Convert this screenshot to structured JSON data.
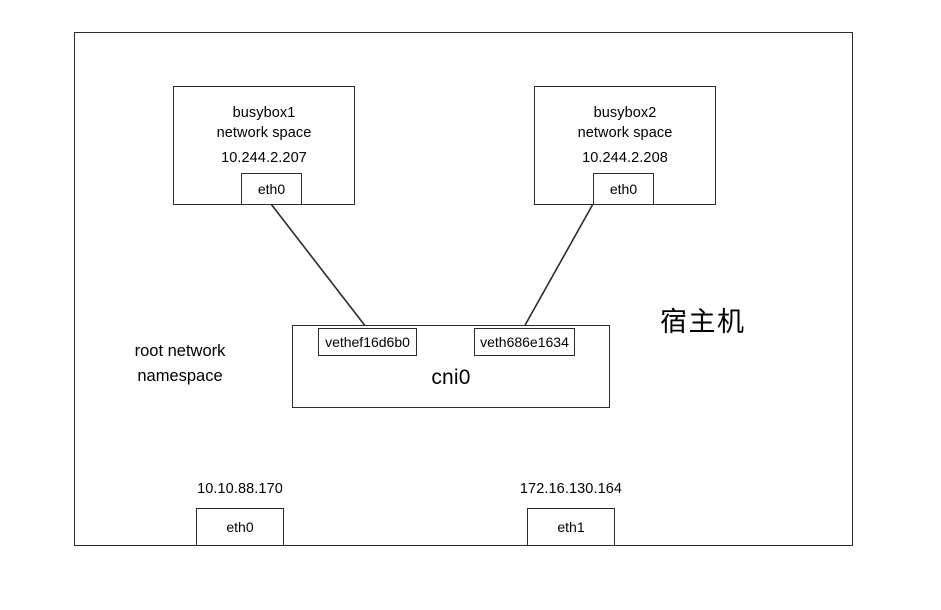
{
  "diagram": {
    "host_frame": {
      "label": "宿主机",
      "root_namespace_label": "root network\nnamespace"
    },
    "containers": [
      {
        "name": "busybox1",
        "title": "busybox1\nnetwork space",
        "ip": "10.244.2.207",
        "interface": "eth0"
      },
      {
        "name": "busybox2",
        "title": "busybox2\nnetwork space",
        "ip": "10.244.2.208",
        "interface": "eth0"
      }
    ],
    "bridge": {
      "name": "cni0",
      "ports": [
        {
          "name": "vethef16d6b0"
        },
        {
          "name": "veth686e1634"
        }
      ]
    },
    "physical_interfaces": [
      {
        "name": "eth0",
        "ip": "10.10.88.170"
      },
      {
        "name": "eth1",
        "ip": "172.16.130.164"
      }
    ],
    "colors": {
      "stroke": "#2b2b2b",
      "background": "#ffffff",
      "text": "#000000"
    }
  }
}
